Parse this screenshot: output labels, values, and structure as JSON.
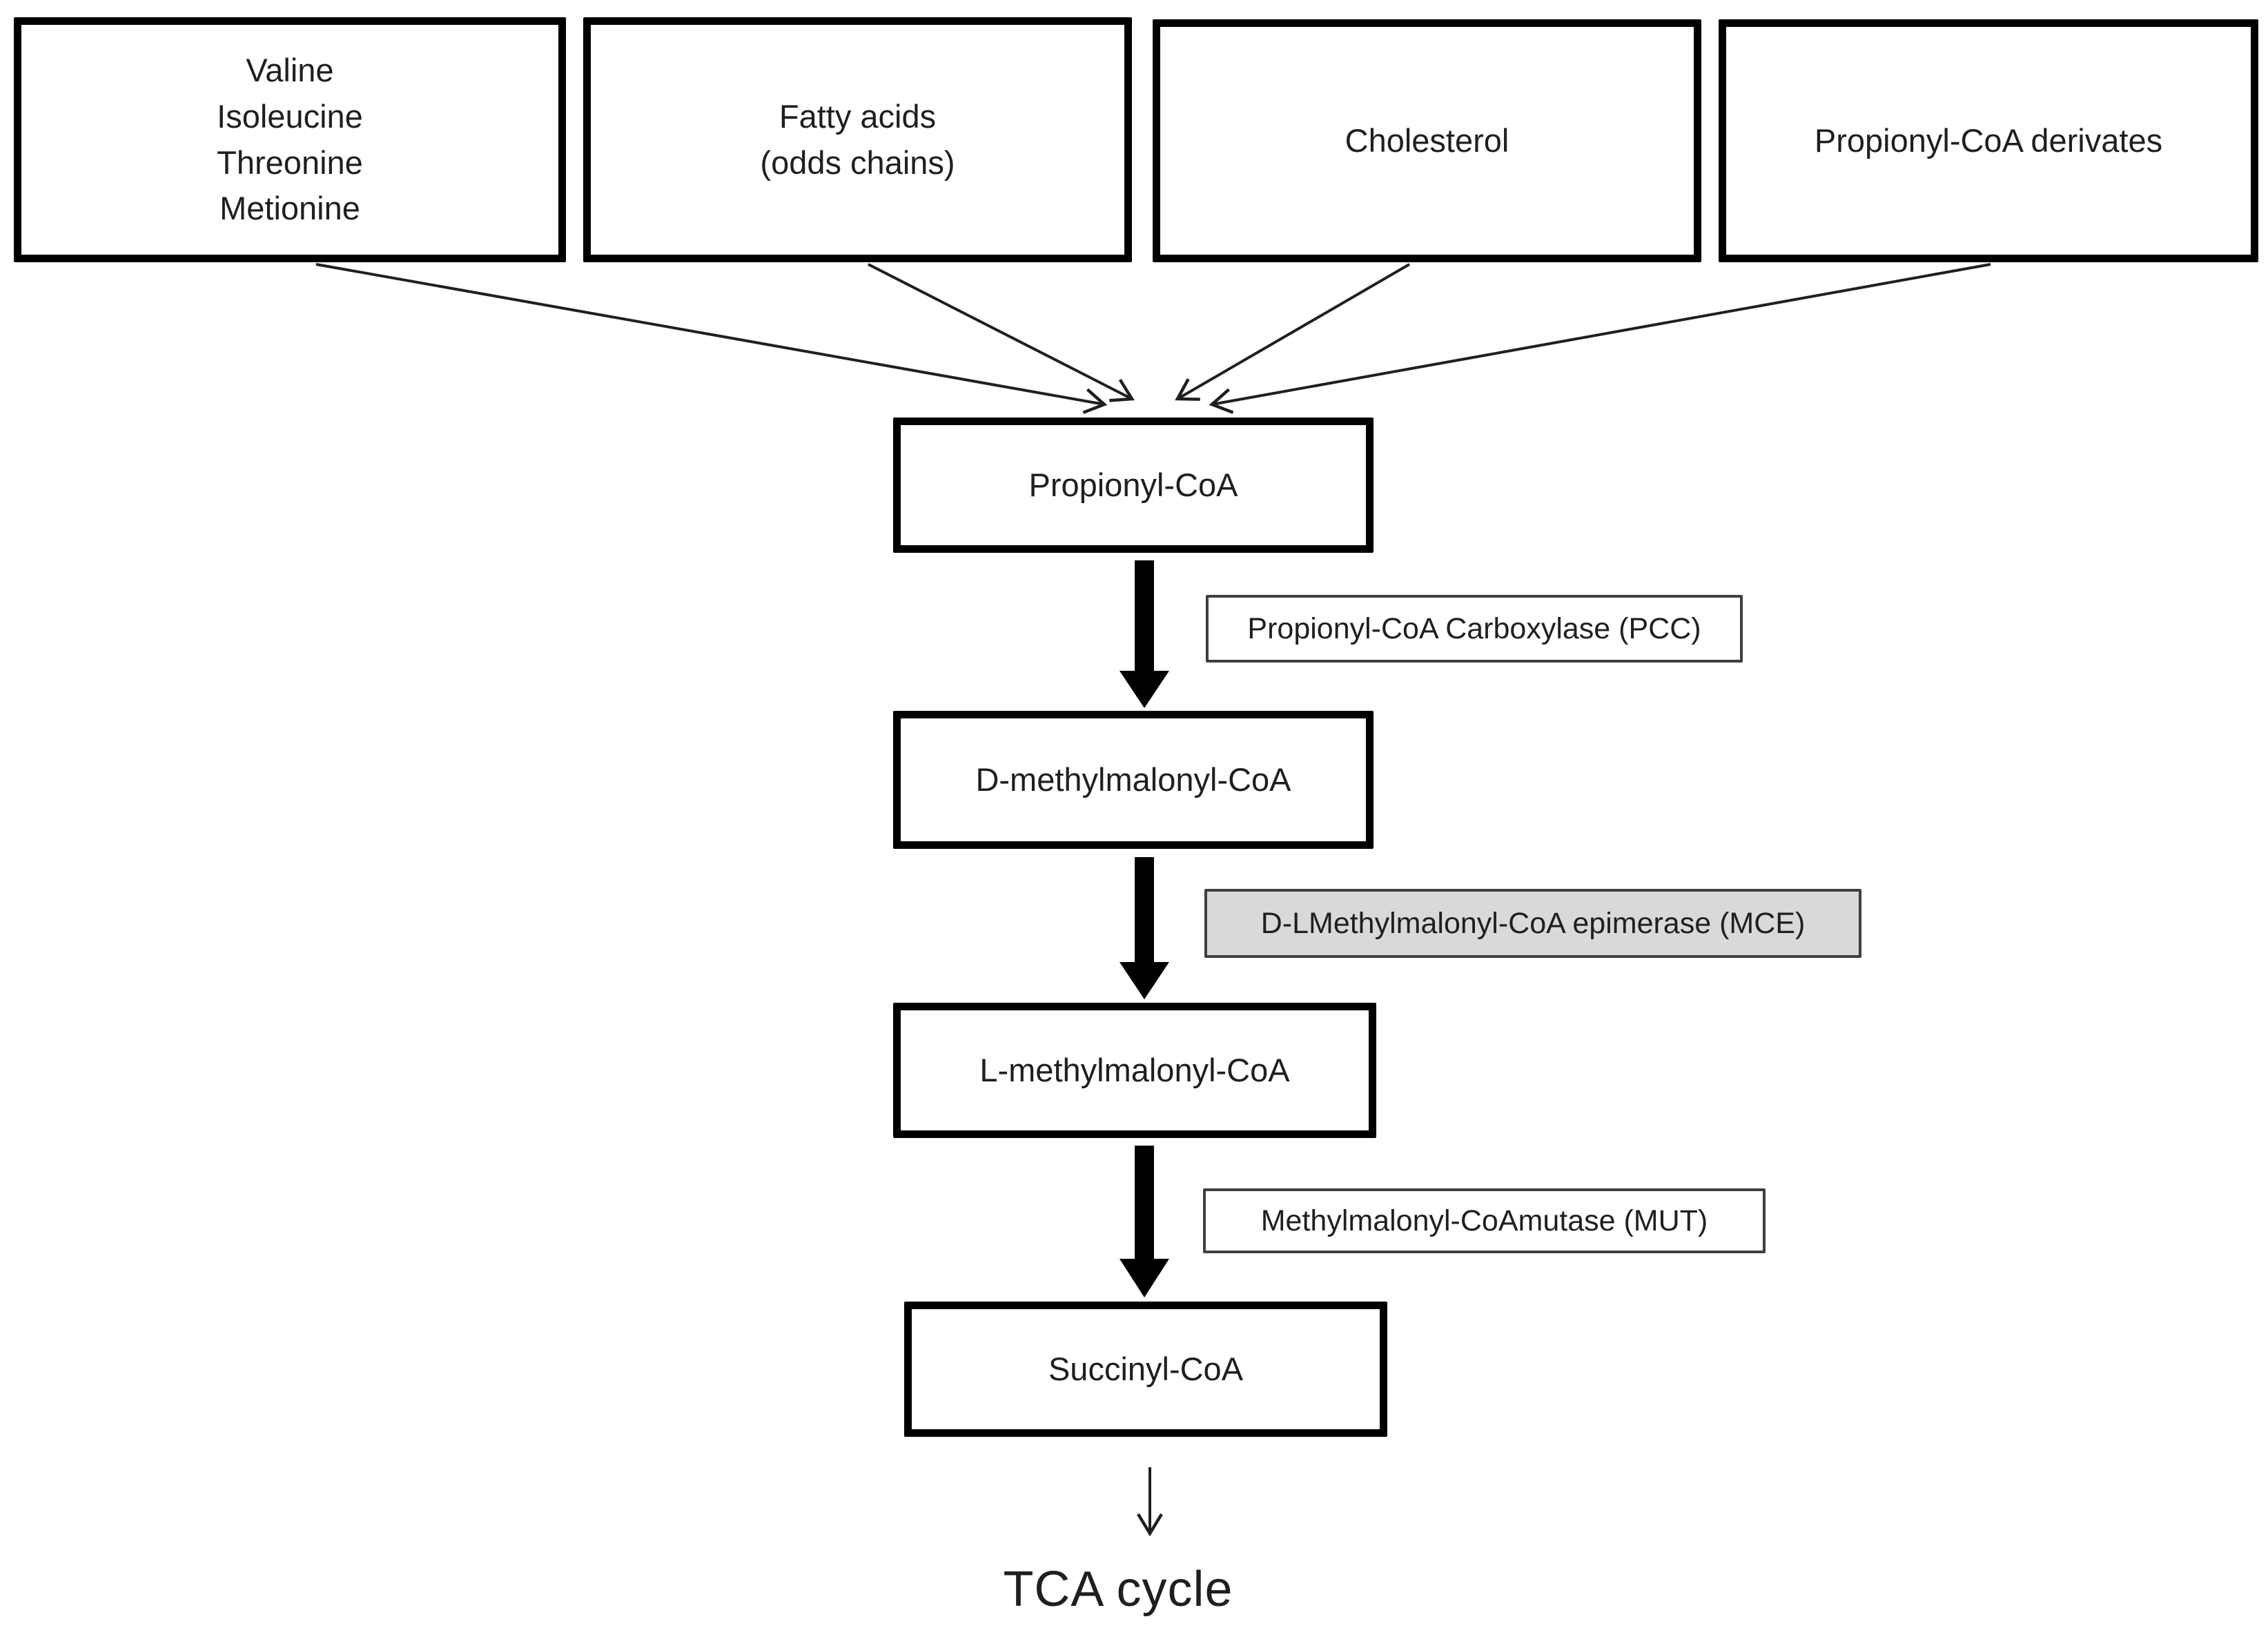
{
  "diagram": {
    "title_hint": "Propionyl-CoA metabolic pathway to TCA cycle",
    "source_boxes": [
      {
        "id": "amino-acids",
        "lines": [
          "Valine",
          "Isoleucine",
          "Threonine",
          "Metionine"
        ]
      },
      {
        "id": "fatty-acids",
        "lines": [
          "Fatty acids",
          "(odds chains)"
        ]
      },
      {
        "id": "cholesterol",
        "lines": [
          "Cholesterol"
        ]
      },
      {
        "id": "propionyl-coa-derivates",
        "lines": [
          "Propionyl-CoA derivates"
        ]
      }
    ],
    "pathway_boxes": [
      {
        "id": "propionyl-coa",
        "label": "Propionyl-CoA"
      },
      {
        "id": "d-methylmalonyl-coa",
        "label": "D-methylmalonyl-CoA"
      },
      {
        "id": "l-methylmalonyl-coa",
        "label": "L-methylmalonyl-CoA"
      },
      {
        "id": "succinyl-coa",
        "label": "Succinyl-CoA"
      }
    ],
    "enzyme_labels": [
      {
        "id": "pcc",
        "label": "Propionyl-CoA Carboxylase (PCC)",
        "highlighted": false
      },
      {
        "id": "mce",
        "label": "D-LMethylmalonyl-CoA epimerase (MCE)",
        "highlighted": true
      },
      {
        "id": "mut",
        "label": "Methylmalonyl-CoAmutase (MUT)",
        "highlighted": false
      }
    ],
    "terminal_label": "TCA cycle",
    "edges": [
      {
        "from": "amino-acids",
        "to": "propionyl-coa",
        "type": "thin-arrow"
      },
      {
        "from": "fatty-acids",
        "to": "propionyl-coa",
        "type": "thin-arrow"
      },
      {
        "from": "cholesterol",
        "to": "propionyl-coa",
        "type": "thin-arrow"
      },
      {
        "from": "propionyl-coa-derivates",
        "to": "propionyl-coa",
        "type": "thin-arrow"
      },
      {
        "from": "propionyl-coa",
        "to": "d-methylmalonyl-coa",
        "type": "thick-arrow",
        "enzyme": "Propionyl-CoA Carboxylase (PCC)"
      },
      {
        "from": "d-methylmalonyl-coa",
        "to": "l-methylmalonyl-coa",
        "type": "thick-arrow",
        "enzyme": "D-LMethylmalonyl-CoA epimerase (MCE)"
      },
      {
        "from": "l-methylmalonyl-coa",
        "to": "succinyl-coa",
        "type": "thick-arrow",
        "enzyme": "Methylmalonyl-CoAmutase (MUT)"
      },
      {
        "from": "succinyl-coa",
        "to": "tca-cycle",
        "type": "thin-arrow"
      }
    ],
    "colors": {
      "background": "#ffffff",
      "box_border": "#000000",
      "enzyme_border": "#3f3f3f",
      "highlight_fill": "#d9d9d9",
      "text": "#1f1f1f",
      "arrow": "#000000"
    }
  }
}
